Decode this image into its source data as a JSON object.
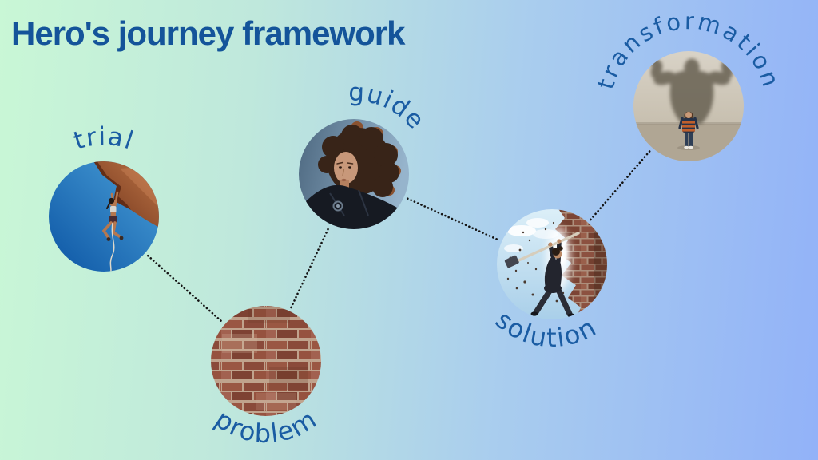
{
  "title": "Hero's journey framework",
  "theme": {
    "background_gradient": [
      "#c9f7d6",
      "#bfe8dc",
      "#a9cdee",
      "#92b2f8"
    ],
    "title_color": "#14549a",
    "label_color": "#1a5ca3",
    "connector_color": "#141414"
  },
  "nodes": [
    {
      "id": "trial",
      "label": "trial",
      "image": "rock-climber-photo"
    },
    {
      "id": "problem",
      "label": "problem",
      "image": "brick-wall-photo"
    },
    {
      "id": "guide",
      "label": "guide",
      "image": "mentor-portrait-photo"
    },
    {
      "id": "solution",
      "label": "solution",
      "image": "hammer-breaking-wall-photo"
    },
    {
      "id": "transformation",
      "label": "transformation",
      "image": "strong-shadow-photo"
    }
  ],
  "connections": [
    {
      "from": "trial",
      "to": "problem"
    },
    {
      "from": "problem",
      "to": "guide"
    },
    {
      "from": "guide",
      "to": "solution"
    },
    {
      "from": "solution",
      "to": "transformation"
    }
  ]
}
